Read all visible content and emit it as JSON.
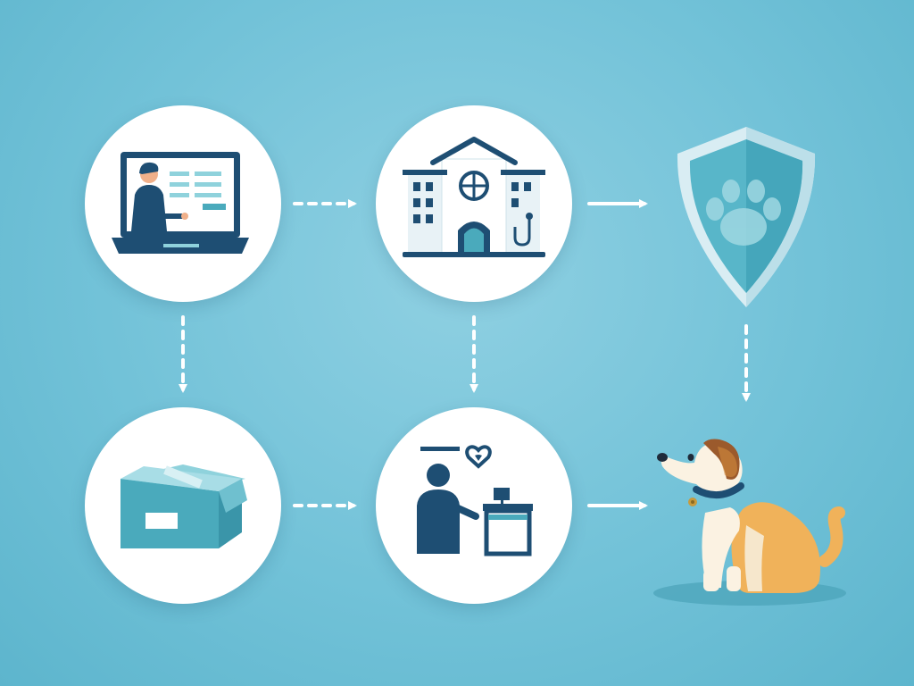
{
  "colors": {
    "background": "#72c2d8",
    "navy": "#1e4e73",
    "teal": "#4aaabc",
    "light_teal": "#8fd2dc",
    "arrow": "#ffffff",
    "dog_tan": "#f0b25a",
    "dog_brown": "#9b5a2c",
    "dog_cream": "#fbf2e2",
    "heart": "#1e4e73"
  },
  "nodes": [
    {
      "id": "online-application",
      "icon": "laptop-person-form-icon"
    },
    {
      "id": "veterinary-clinic",
      "icon": "hospital-building-icon"
    },
    {
      "id": "insurance-coverage",
      "icon": "shield-paw-icon"
    },
    {
      "id": "shipping-package",
      "icon": "box-icon"
    },
    {
      "id": "care-desk",
      "icon": "person-desk-heart-icon"
    },
    {
      "id": "happy-pet",
      "icon": "dog-icon"
    }
  ],
  "connections": [
    {
      "from": "online-application",
      "to": "veterinary-clinic",
      "style": "dashed"
    },
    {
      "from": "veterinary-clinic",
      "to": "insurance-coverage",
      "style": "solid"
    },
    {
      "from": "online-application",
      "to": "shipping-package",
      "style": "dashed"
    },
    {
      "from": "veterinary-clinic",
      "to": "care-desk",
      "style": "dashed"
    },
    {
      "from": "insurance-coverage",
      "to": "happy-pet",
      "style": "dashed"
    },
    {
      "from": "shipping-package",
      "to": "care-desk",
      "style": "dashed"
    },
    {
      "from": "care-desk",
      "to": "happy-pet",
      "style": "solid"
    }
  ]
}
